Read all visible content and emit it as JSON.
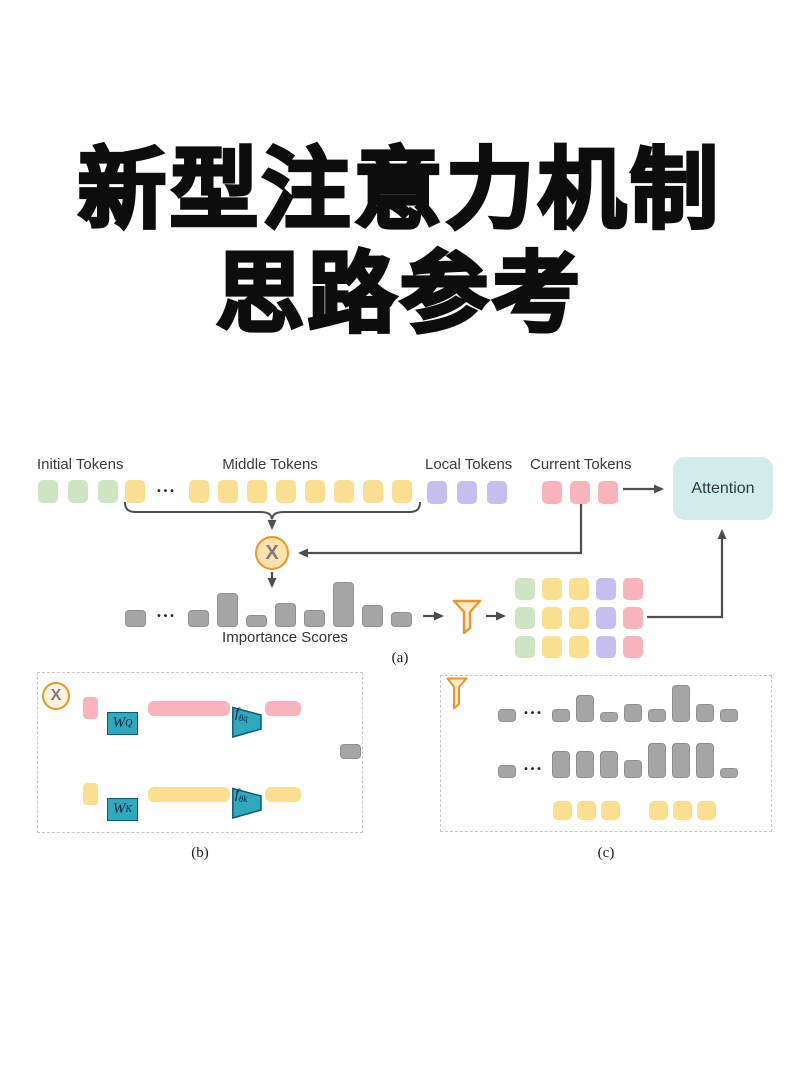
{
  "title": {
    "line1": "新型注意力机制",
    "line2": "思路参考"
  },
  "colors": {
    "green": "#cfe4c2",
    "yellow": "#fbdf90",
    "purple": "#c5beee",
    "pink": "#f9b3bd",
    "gray": "#a6a6a6",
    "teal": "#2fa9be",
    "orange": "#e8962f",
    "attention_bg": "#d2ecec",
    "x_fill_a": "#fce3ad",
    "x_fill_b": "#fdf3dc",
    "funnel_fill": "#fdeec9",
    "line": "#4d4d4d"
  },
  "symbols": {
    "dots": "•••",
    "multiply": "X"
  },
  "panel_a": {
    "labels": {
      "initial": "Initial Tokens",
      "middle": "Middle Tokens",
      "local": "Local Tokens",
      "current": "Current Tokens"
    },
    "initial_tokens": [
      "green",
      "green",
      "green"
    ],
    "middle_tokens": [
      "yellow",
      "dots",
      "yellow",
      "yellow",
      "yellow",
      "yellow",
      "yellow",
      "yellow",
      "yellow",
      "yellow"
    ],
    "local_tokens": [
      "purple",
      "purple",
      "purple"
    ],
    "current_tokens": [
      "pink",
      "pink",
      "pink"
    ],
    "attention_label": "Attention",
    "importance_bars": [
      17,
      "dots",
      17,
      34,
      12,
      24,
      17,
      45,
      22,
      15
    ],
    "importance_label": "Importance Scores",
    "selected_grid": {
      "rows": 3,
      "columns": [
        "green",
        "yellow",
        "yellow",
        "purple",
        "pink"
      ]
    },
    "caption": "(a)"
  },
  "panel_b": {
    "wq": {
      "base": "W",
      "sub": "Q"
    },
    "wk": {
      "base": "W",
      "sub": "K"
    },
    "fq": {
      "base": "f",
      "sub": "θq"
    },
    "fk": {
      "base": "f",
      "sub": "θk"
    },
    "caption": "(b)"
  },
  "panel_c": {
    "top_bars": [
      13,
      "dots",
      13,
      27,
      10,
      18,
      13,
      37,
      18,
      13
    ],
    "mid_bars": [
      13,
      "dots",
      27,
      27,
      27,
      18,
      35,
      35,
      35,
      10
    ],
    "bottom_tokens": [
      "yellow",
      "yellow",
      "yellow",
      "gap",
      "yellow",
      "yellow",
      "yellow"
    ],
    "caption": "(c)"
  }
}
